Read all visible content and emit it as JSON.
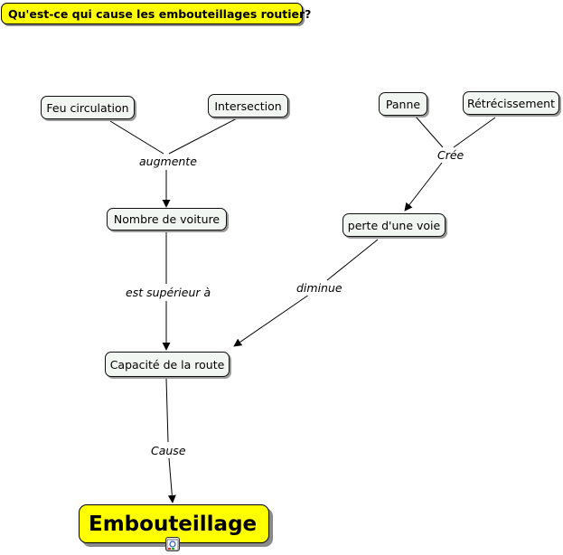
{
  "title": "Qu'est-ce qui cause les embouteillages routier?",
  "concepts": {
    "feu_circulation": "Feu circulation",
    "intersection": "Intersection",
    "panne": "Panne",
    "retrecissement": "Rétrécissement",
    "nombre_voiture": "Nombre de voiture",
    "perte_voie": "perte d'une voie",
    "capacite_route": "Capacité de la route",
    "embouteillage": "Embouteillage"
  },
  "links": {
    "augmente": "augmente",
    "cree": "Crée",
    "est_superieur": "est supérieur à",
    "diminue": "diminue",
    "cause": "Cause"
  },
  "icons": {
    "resource": "resource-icon"
  },
  "colors": {
    "highlight": "#ffff00",
    "node_fill": "#f1f6f2",
    "line": "#000000"
  }
}
